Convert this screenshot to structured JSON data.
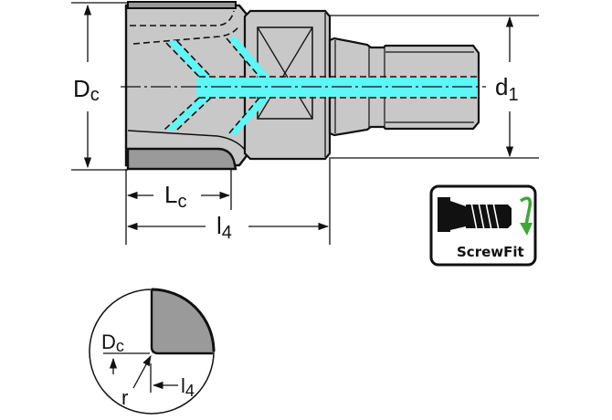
{
  "diagram": {
    "title": "End mill head with ScrewFit connection - dimension drawing",
    "labels": {
      "cutting_diameter": {
        "main": "D",
        "sub": "c"
      },
      "thread_diameter": {
        "main": "d",
        "sub": "1"
      },
      "cutting_length": {
        "main": "L",
        "sub": "c"
      },
      "overall_length": {
        "main": "l",
        "sub": "4"
      },
      "detail_diameter": {
        "main": "D",
        "sub": "c"
      },
      "detail_radius": {
        "main": "r"
      },
      "detail_length": {
        "main": "l",
        "sub": "4"
      }
    },
    "badge": {
      "label": "ScrewFit",
      "icon": "screw-thread-icon",
      "arrow_icon": "rotate-arrow-icon",
      "arrow_color": "#3aa935"
    },
    "colors": {
      "body": "#c8c8c8",
      "insert": "#9a9a9a",
      "coolant": "#5ef6f6",
      "line": "#111111"
    }
  }
}
